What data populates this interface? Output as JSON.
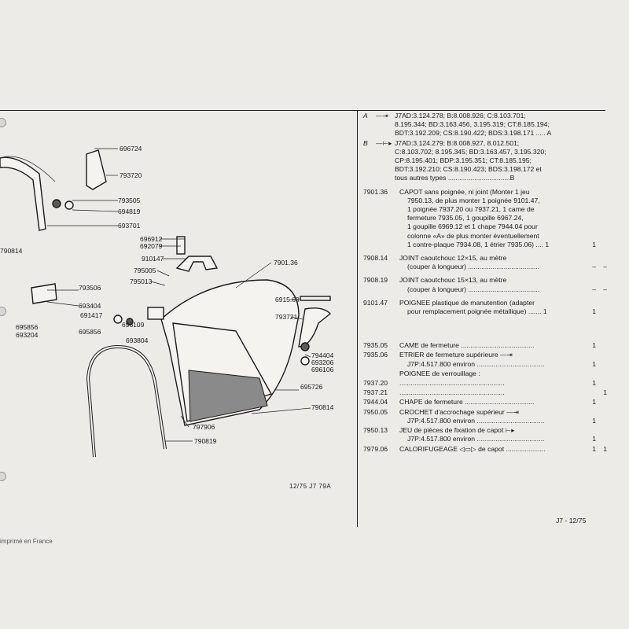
{
  "drawing": {
    "callouts": [
      "696724",
      "793720",
      "793505",
      "694819",
      "693701",
      "696912",
      "692079",
      "910147",
      "795005",
      "795013",
      "7901.36",
      "790814",
      "793506",
      "693404",
      "691417",
      "695856",
      "693204",
      "696109",
      "695856",
      "693804",
      "6915.69",
      "793721",
      "794404",
      "693206",
      "696106",
      "695726",
      "790814",
      "797906",
      "790819"
    ],
    "code": "12/75 J7 79A"
  },
  "refs": [
    {
      "key": "A",
      "arrow": "—⇥",
      "lines": [
        "J7AD:3.124.278; B:8.008.926; C:8.103.701;",
        "8.195.344; BD:3.163.456, 3.195.319; CT:8.185.194;",
        "BDT:3.192.209; CS:8.190.422; BDS:3.198.171 ..... A"
      ]
    },
    {
      "key": "B",
      "arrow": "—⊢▸",
      "lines": [
        "J7AD:3.124.279; B:8.008.927, 8.012.501;",
        "C:8.103.702; 8.195.345; BD:3.163.457, 3.195.320;",
        "CP:8.195.401; BDP:3.195.351; CT:8.185.195;",
        "BDT:3.192.210; CS:8.190.423; BDS:3.198.172 et",
        "tous autres types .................................B"
      ]
    }
  ],
  "items": [
    {
      "ref": "7901.36",
      "lines": [
        [
          "CAPOT sans poignée, ni joint (Monter 1 jeu",
          "",
          ""
        ],
        [
          "7950.13, de plus monter 1 poignée 9101.47,",
          "",
          ""
        ],
        [
          "1 poignée 7937.20 ou 7937.21, 1 came de",
          "",
          ""
        ],
        [
          "fermeture 7935.05, 1 goupille 6967.24,",
          "",
          ""
        ],
        [
          "1 goupille 6969.12 et 1 chape 7944.04 pour",
          "",
          ""
        ],
        [
          "colonne «A» de plus monter éventuellement",
          "",
          ""
        ],
        [
          "1 contre-plaque 7934.08, 1 étrier 7935.06) .... 1",
          "1",
          ""
        ]
      ]
    },
    {
      "ref": "7908.14",
      "lines": [
        [
          "JOINT caoutchouc 12×15, au mètre",
          "",
          ""
        ],
        [
          "(couper à longueur) ......................................",
          "–",
          "–"
        ]
      ]
    },
    {
      "ref": "7908.19",
      "lines": [
        [
          "JOINT caoutchouc 15×13, au mètre",
          "",
          ""
        ],
        [
          "(couper à longueur) ......................................",
          "–",
          "–"
        ]
      ]
    },
    {
      "ref": "9101.47",
      "lines": [
        [
          "POIGNEE plastique de manutention (adapter",
          "",
          ""
        ],
        [
          "pour remplacement poignée métallique) ....... 1",
          "1",
          ""
        ]
      ]
    },
    {
      "ref": "7935.05",
      "lines": [
        [
          "CAME de fermeture .......................................",
          "1",
          ""
        ]
      ]
    },
    {
      "ref": "7935.06",
      "lines": [
        [
          "ETRIER de fermeture supérieure —⇥",
          "",
          ""
        ],
        [
          "J7P:4.517.800 environ ....................................",
          "1",
          ""
        ]
      ]
    },
    {
      "ref": "",
      "lines": [
        [
          "POIGNEE de verrouillage :",
          "",
          ""
        ]
      ]
    },
    {
      "ref": "7937.20",
      "lines": [
        [
          "........................................................",
          "1",
          ""
        ]
      ]
    },
    {
      "ref": "7937.21",
      "lines": [
        [
          "........................................................",
          "",
          "1"
        ]
      ]
    },
    {
      "ref": "7944.04",
      "lines": [
        [
          "CHAPE de fermeture .....................................",
          "1",
          ""
        ]
      ]
    },
    {
      "ref": "7950.05",
      "lines": [
        [
          "CROCHET d'accrochage supérieur —⇥",
          "",
          ""
        ],
        [
          "J7P:4.517.800 environ ....................................",
          "1",
          ""
        ]
      ]
    },
    {
      "ref": "7950.13",
      "lines": [
        [
          "JEU de pièces de fixation de capot ⊢▸",
          "",
          ""
        ],
        [
          "J7P:4.517.800 environ ....................................",
          "1",
          ""
        ]
      ]
    },
    {
      "ref": "7979.06",
      "lines": [
        [
          "CALORIFUGEAGE ◁▭▷ de capot .....................",
          "1",
          "1"
        ]
      ]
    }
  ],
  "footer": "J7 - 12/75",
  "cut_text": "imprimé en France"
}
